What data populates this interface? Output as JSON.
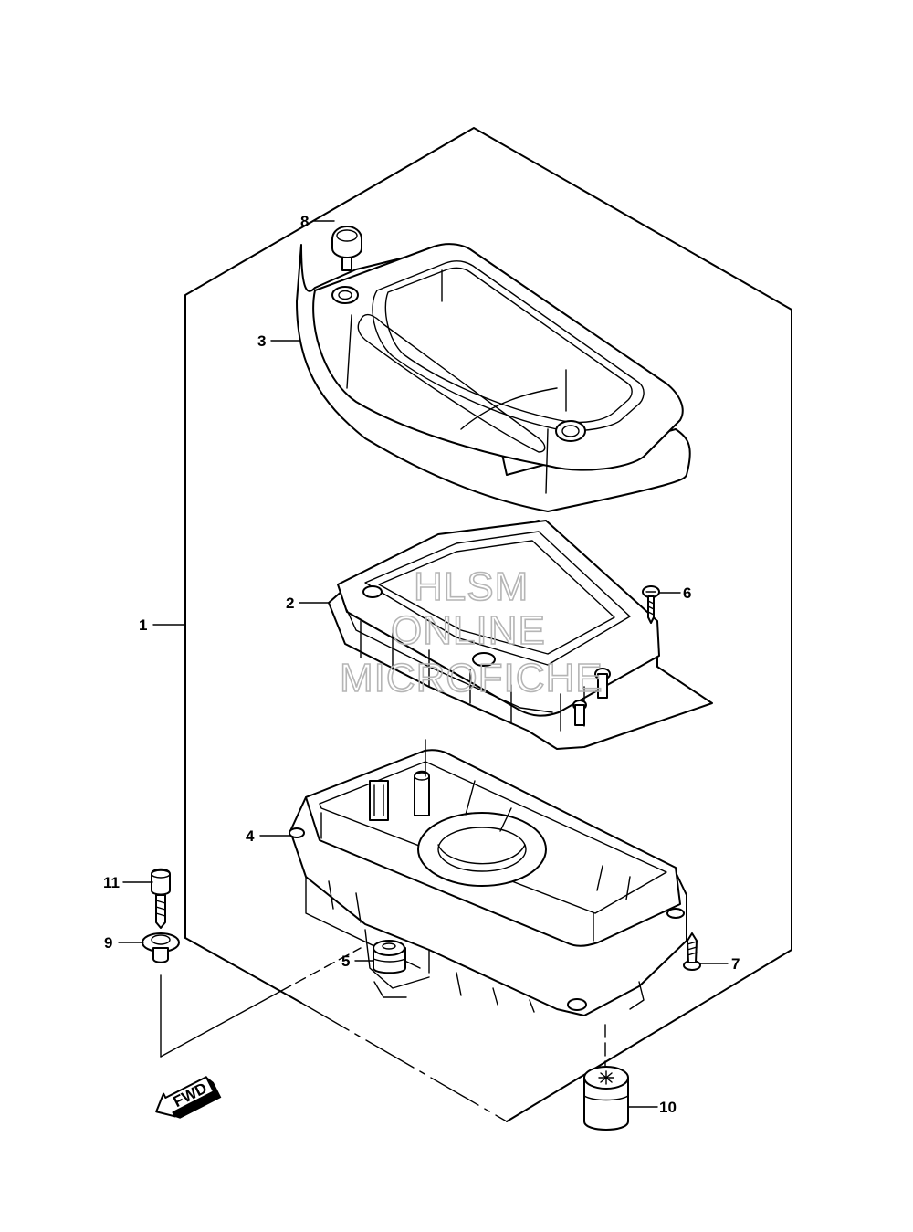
{
  "callouts": [
    {
      "id": "1",
      "label": "1"
    },
    {
      "id": "2",
      "label": "2"
    },
    {
      "id": "3",
      "label": "3"
    },
    {
      "id": "4",
      "label": "4"
    },
    {
      "id": "5",
      "label": "5"
    },
    {
      "id": "6",
      "label": "6"
    },
    {
      "id": "7",
      "label": "7"
    },
    {
      "id": "8",
      "label": "8"
    },
    {
      "id": "9",
      "label": "9"
    },
    {
      "id": "10",
      "label": "10"
    },
    {
      "id": "11",
      "label": "11"
    }
  ],
  "watermark": {
    "line1": "HLSM",
    "line2": "ONLINE",
    "line3": "MICROFICHE"
  },
  "direction_arrow": {
    "label": "FWD"
  }
}
